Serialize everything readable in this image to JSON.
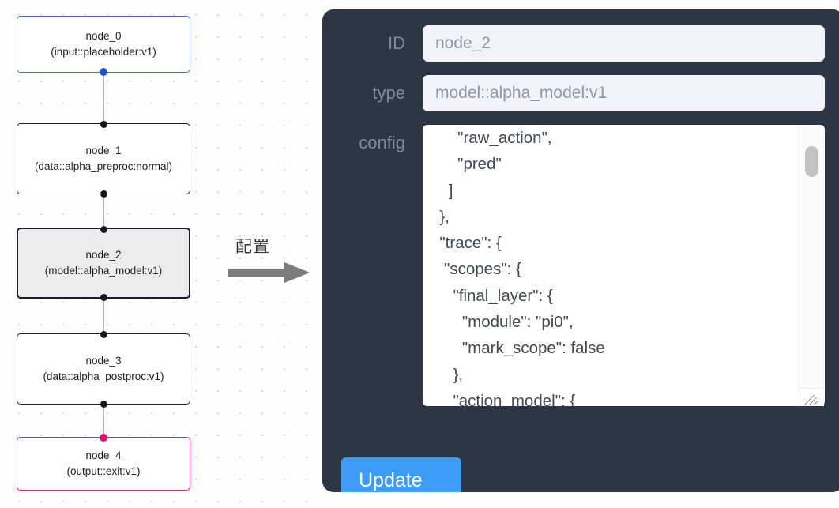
{
  "canvas": {
    "nodes": [
      {
        "id": "node_0",
        "title": "node_0",
        "subtitle": "(input::placeholder:v1)",
        "state": "input",
        "selected": false
      },
      {
        "id": "node_1",
        "title": "node_1",
        "subtitle": "(data::alpha_preproc:normal)",
        "state": "default",
        "selected": false
      },
      {
        "id": "node_2",
        "title": "node_2",
        "subtitle": "(model::alpha_model:v1)",
        "state": "default",
        "selected": true
      },
      {
        "id": "node_3",
        "title": "node_3",
        "subtitle": "(data::alpha_postproc:v1)",
        "state": "default",
        "selected": false
      },
      {
        "id": "node_4",
        "title": "node_4",
        "subtitle": "(output::exit:v1)",
        "state": "output",
        "selected": false
      }
    ],
    "edges": [
      {
        "from": "node_0",
        "to": "node_1"
      },
      {
        "from": "node_1",
        "to": "node_2"
      },
      {
        "from": "node_2",
        "to": "node_3"
      },
      {
        "from": "node_3",
        "to": "node_4"
      }
    ],
    "colors": {
      "input_border": "#4a6fc1",
      "input_handle": "#1a56d6",
      "output_border": "#e0218a",
      "output_handle": "#e60b78",
      "default_border": "#20232b",
      "selected_fill": "#ececec",
      "edge_line": "#b6b6b6",
      "dot_grid": "#d7d7d7"
    }
  },
  "annotation": {
    "caption": "配置",
    "arrow_color": "#7c7c7c",
    "arrow_icon": "right-arrow-icon"
  },
  "panel": {
    "background": "#2e3646",
    "fields": [
      {
        "key": "id",
        "label": "ID",
        "value": "node_2"
      },
      {
        "key": "type",
        "label": "type",
        "value": "model::alpha_model:v1"
      },
      {
        "key": "config",
        "label": "config"
      }
    ],
    "id_label": "ID",
    "id_value": "node_2",
    "type_label": "type",
    "type_value": "model::alpha_model:v1",
    "config_label": "config",
    "config_value": "      \"raw_action\",\n      \"pred\"\n    ]\n  },\n  \"trace\": {\n   \"scopes\": {\n     \"final_layer\": {\n       \"module\": \"pi0\",\n       \"mark_scope\": false\n     },\n     \"action_model\": {",
    "scrollbar": {
      "name": "config-scrollbar",
      "thumb_position": "near-top"
    },
    "resize_handle": "resize-grip-icon",
    "update_label": "Update",
    "update_color": "#3d9cf7"
  }
}
